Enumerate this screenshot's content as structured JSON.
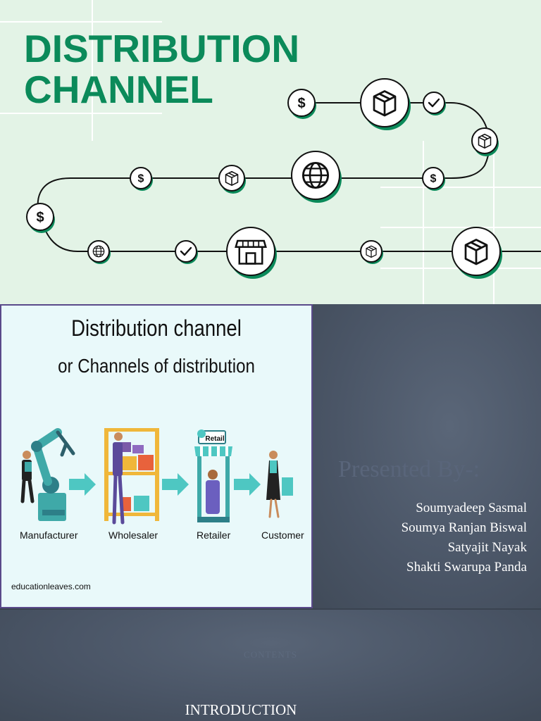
{
  "banner": {
    "title_line1": "DISTRIBUTION",
    "title_line2": "CHANNEL",
    "colors": {
      "background": "#e3f3e6",
      "accent": "#0b8a5a"
    },
    "route_icons": [
      "dollar-icon",
      "box-icon",
      "check-icon",
      "box-icon",
      "dollar-icon",
      "globe-icon",
      "box-icon",
      "dollar-icon",
      "dollar-icon",
      "globe-icon",
      "check-icon",
      "store-icon",
      "box-icon",
      "box-icon"
    ]
  },
  "illustration": {
    "title_line1": "Distribution channel",
    "title_line2": "or Channels of distribution",
    "stages": [
      "Manufacturer",
      "Wholesaler",
      "Retailer",
      "Customer"
    ],
    "retail_sign": "Retail",
    "source": "educationleaves.com"
  },
  "presenters": {
    "heading": "Presented By-:",
    "names": [
      "Soumyadeep  Sasmal",
      "Soumya  Ranjan Biswal",
      "Satyajit  Nayak",
      "Shakti  Swarupa Panda"
    ]
  },
  "next_slide": {
    "heading": "CONTENTS",
    "item": "INTRODUCTION"
  }
}
